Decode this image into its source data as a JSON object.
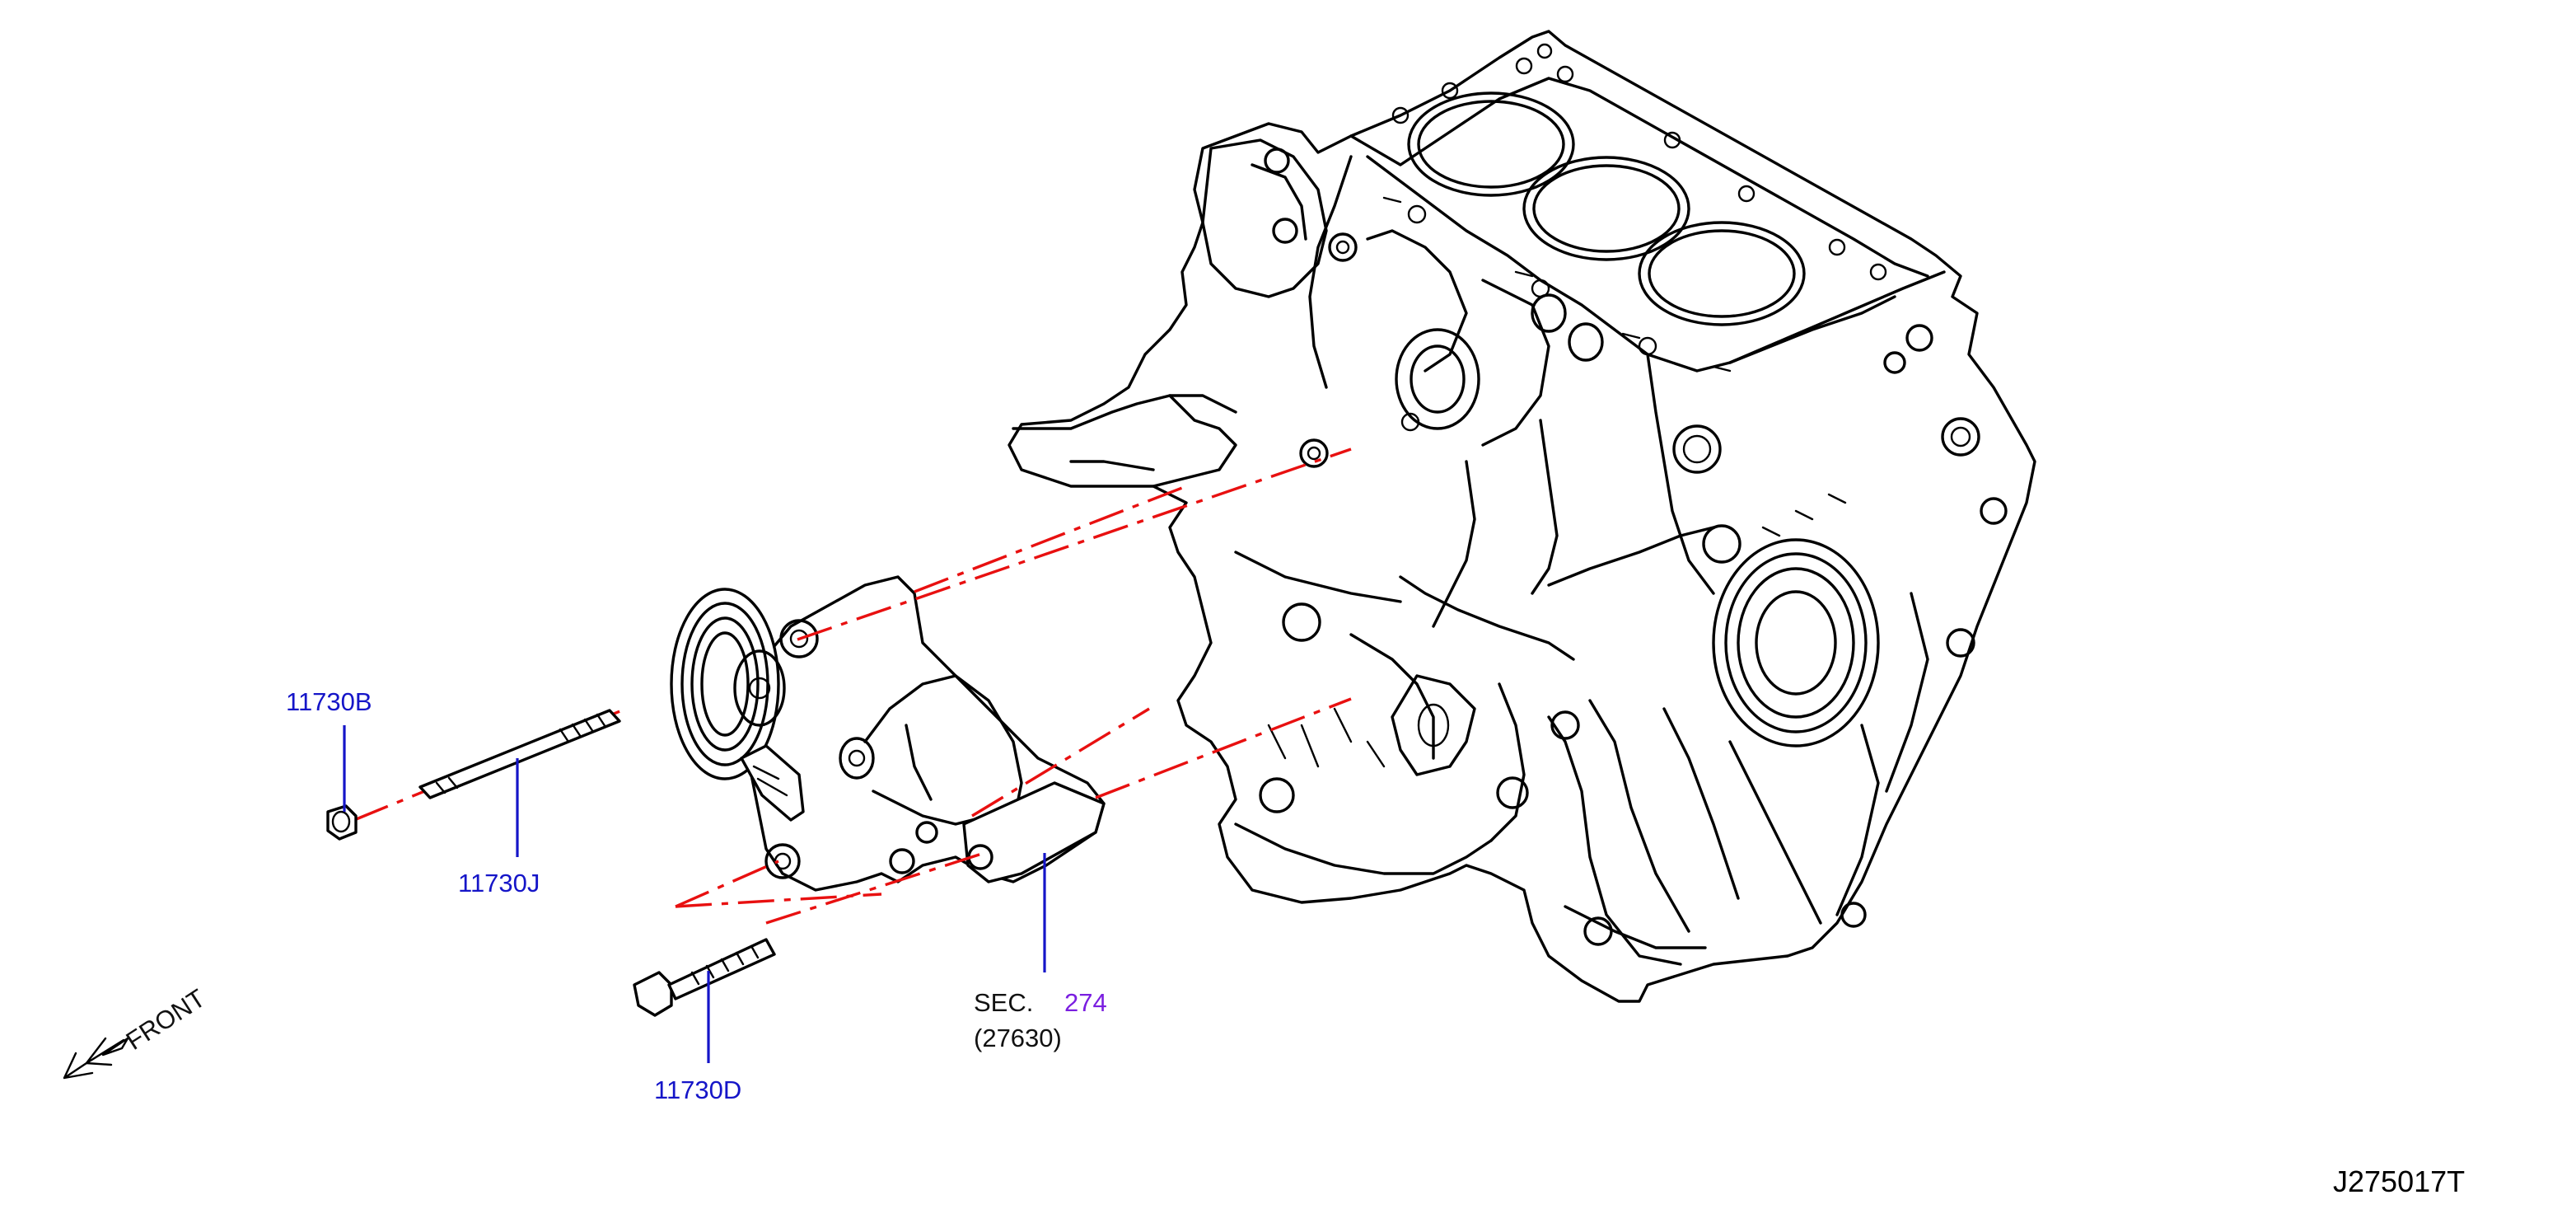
{
  "diagram": {
    "callouts": {
      "stud_nut": "11730B",
      "stud_bolt": "11730J",
      "flange_bolt": "11730D",
      "sec_prefix": "SEC.",
      "sec_number": "274",
      "sec_part": "(27630)"
    },
    "direction_label": "FRONT",
    "drawing_code": "J275017T",
    "colors": {
      "callout_text": "#1515c8",
      "section_number": "#7a1ee0",
      "centerline": "#e81010",
      "linework": "#000000"
    },
    "icons": {
      "front_arrow": "arrow-down-left-icon"
    }
  }
}
